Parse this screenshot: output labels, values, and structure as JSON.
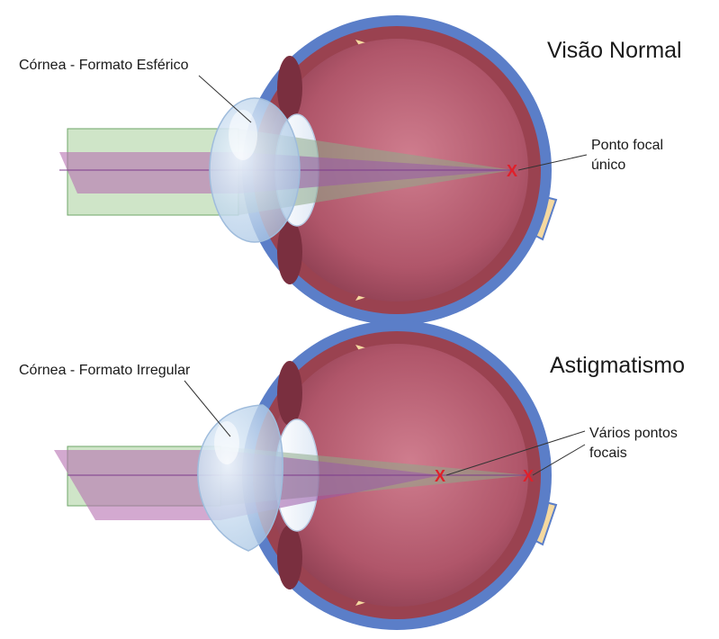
{
  "normal": {
    "title": "Visão Normal",
    "cornea_label": "Córnea - Formato Esférico",
    "focus_label_line1": "Ponto focal",
    "focus_label_line2": "único",
    "focus_marker": "X"
  },
  "astigmatism": {
    "title": "Astigmatismo",
    "cornea_label": "Córnea - Formato Irregular",
    "focus_label_line1": "Vários pontos",
    "focus_label_line2": "focais",
    "focus_marker_1": "X",
    "focus_marker_2": "X"
  },
  "colors": {
    "sclera": "#5b7ec8",
    "choroid": "#8e3a46",
    "retina": "#f5d9a0",
    "vitreous": "#b35a6c",
    "cornea": "#c7dcef",
    "green_beam": "#a8cf9a",
    "purple_beam": "#b56fb0",
    "focus_mark": "#e0202a"
  }
}
